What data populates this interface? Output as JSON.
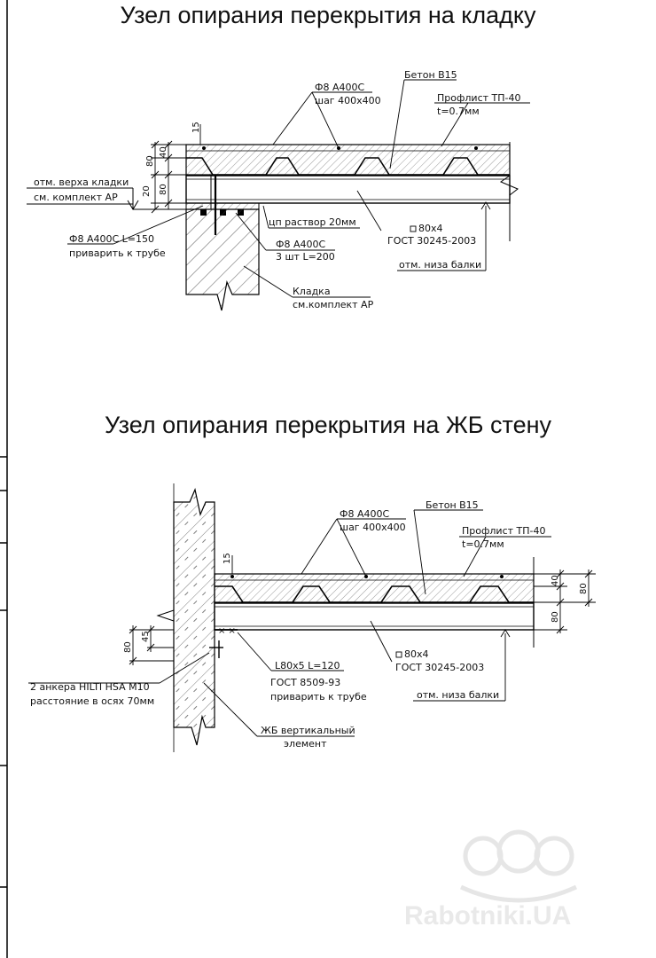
{
  "detail1": {
    "title": "Узел опирания перекрытия на кладку",
    "rebar": "Ф8 А400С",
    "rebar_step": "шаг 400х400",
    "concrete": "Бетон В15",
    "deck": "Профлист ТП-40",
    "deck_t": "t=0.7мм",
    "mark_masonry_top": "отм. верха кладки",
    "mark_masonry_ref": "см. комплект АР",
    "rebar_l150": "Ф8 А400С L=150",
    "weld_to_pipe": "приварить к трубе",
    "mortar": "цп раствор 20мм",
    "rebar_3pcs_title": "Ф8 А400С",
    "rebar_3pcs": "3 шт L=200",
    "pipe": "80х4",
    "pipe_gost": "ГОСТ 30245-2003",
    "mark_beam_bottom": "отм. низа балки",
    "masonry": "Кладка",
    "masonry_ref": "см.комплект АР",
    "dims": {
      "d15": "15",
      "d40": "40",
      "d80a": "80",
      "d80b": "80",
      "d20": "20"
    }
  },
  "detail2": {
    "title": "Узел опирания перекрытия на ЖБ стену",
    "rebar": "Ф8 А400С",
    "rebar_step": "шаг 400х400",
    "concrete": "Бетон В15",
    "deck": "Профлист ТП-40",
    "deck_t": "t=0.7мм",
    "anchors": "2 анкера HILTI HSA M10",
    "anchors_dist": "расстояние в осях 70мм",
    "angle": "L80х5 L=120",
    "angle_gost": "ГОСТ 8509-93",
    "weld_to_pipe": "приварить к трубе",
    "pipe": "80х4",
    "pipe_gost": "ГОСТ 30245-2003",
    "mark_beam_bottom": "отм. низа балки",
    "wall": "ЖБ вертикальный",
    "wall2": "элемент",
    "dims": {
      "d15": "15",
      "d40": "40",
      "d80a": "80",
      "d80b": "80",
      "d80c": "80",
      "d45": "45"
    }
  },
  "watermark": "Rabotniki.UA"
}
